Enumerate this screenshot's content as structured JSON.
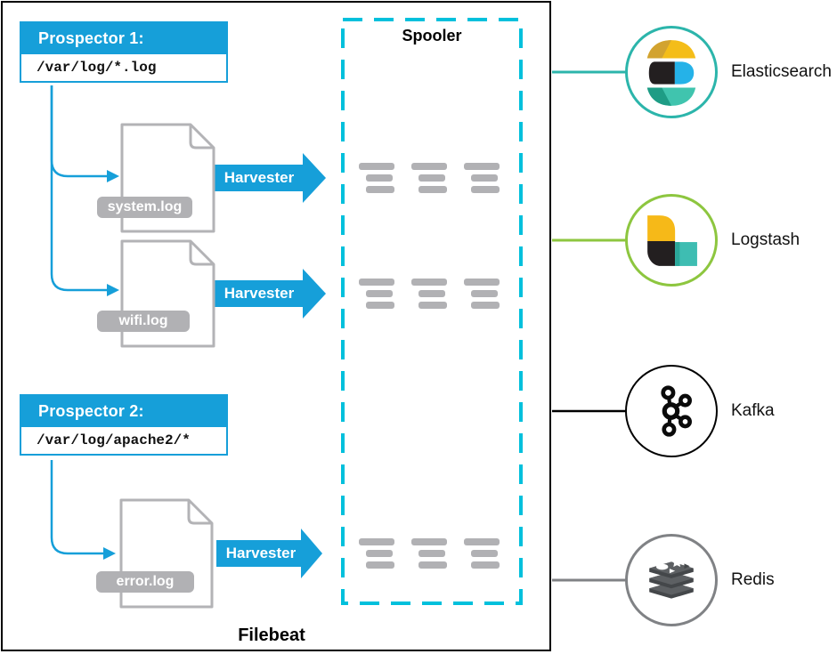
{
  "diagram": {
    "title": "Filebeat",
    "spooler_label": "Spooler",
    "harvester_label": "Harvester",
    "prospectors": [
      {
        "title": "Prospector 1:",
        "path": "/var/log/*.log"
      },
      {
        "title": "Prospector 2:",
        "path": "/var/log/apache2/*"
      }
    ],
    "files": [
      {
        "name": "system.log"
      },
      {
        "name": "wifi.log"
      },
      {
        "name": "error.log"
      }
    ],
    "outputs": [
      {
        "label": "Elasticsearch",
        "color": "#2cb5ab"
      },
      {
        "label": "Logstash",
        "color": "#8dc63f"
      },
      {
        "label": "Kafka",
        "color": "#000000"
      },
      {
        "label": "Redis",
        "color": "#808285"
      }
    ],
    "colors": {
      "accent_blue": "#169fd9",
      "spooler_cyan": "#00c0dc",
      "neutral_gray": "#b1b1b4"
    }
  }
}
